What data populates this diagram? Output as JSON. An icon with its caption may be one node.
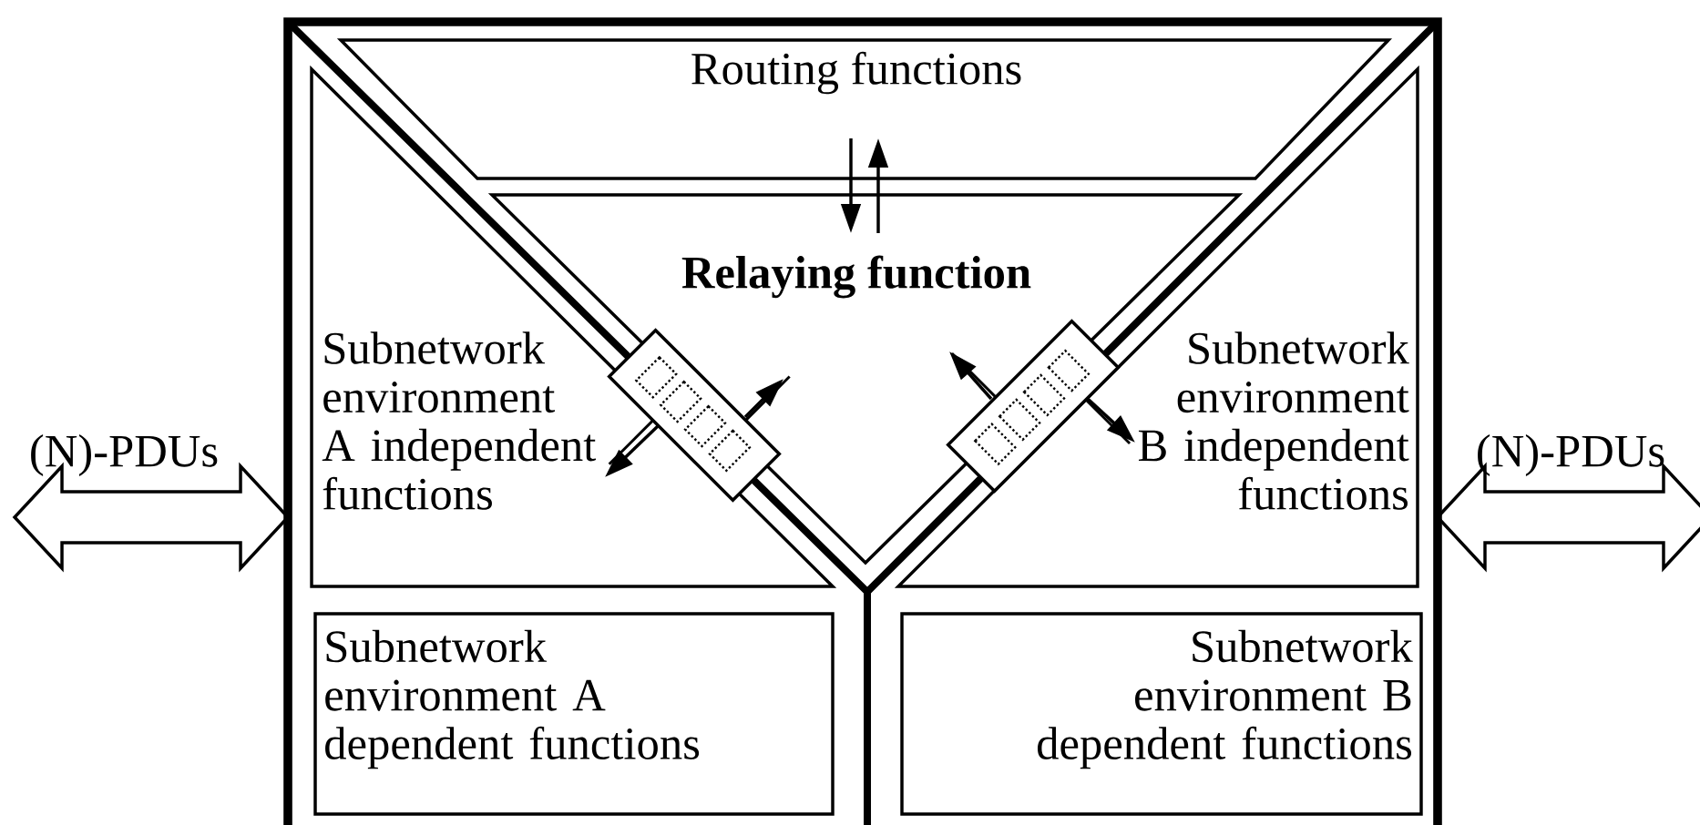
{
  "diagram": {
    "nodes": [
      {
        "text": [],
        "shape": "box"
      },
      {
        "text": [
          "Routing functions"
        ],
        "in": 0
      },
      {
        "text": [
          "Relaying function"
        ],
        "in": 0
      },
      {
        "text": [
          "Subnetwork environment A independent functions"
        ],
        "in": 0
      },
      {
        "text": [
          "Subnetwork environment B independent functions"
        ],
        "in": 0
      },
      {
        "text": [
          "Subnetwork environment A dependent functions"
        ],
        "in": 0
      },
      {
        "text": [
          "Subnetwork environment B dependent functions"
        ],
        "in": 0
      },
      {
        "text": [],
        "shape": "box",
        "in": 0
      },
      {
        "text": [],
        "shape": "box",
        "in": 0
      }
    ],
    "edges": [
      {
        "from": null,
        "to": 0,
        "arrow": "both",
        "label": "(N)-PDUs"
      },
      {
        "from": 0,
        "to": null,
        "arrow": "both",
        "label": "(N)-PDUs"
      },
      {
        "from": 1,
        "to": 2,
        "arrow": "to"
      },
      {
        "from": 2,
        "to": 1,
        "arrow": "to"
      },
      {
        "from": 7,
        "to": 3,
        "arrow": "to"
      },
      {
        "from": 7,
        "to": 2,
        "arrow": "to"
      },
      {
        "from": 8,
        "to": 4,
        "arrow": "to"
      },
      {
        "from": 8,
        "to": 2,
        "arrow": "to"
      }
    ]
  }
}
